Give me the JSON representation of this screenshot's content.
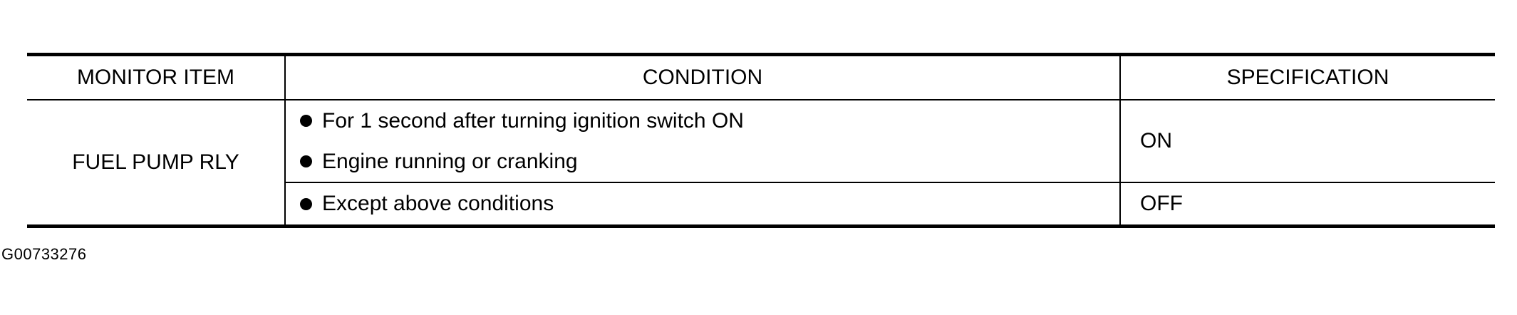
{
  "table": {
    "headers": {
      "monitor_item": "MONITOR ITEM",
      "condition": "CONDITION",
      "specification": "SPECIFICATION"
    },
    "rows": [
      {
        "monitor_item": "FUEL PUMP RLY",
        "groups": [
          {
            "conditions": [
              "For 1 second after turning ignition switch ON",
              "Engine running or cranking"
            ],
            "specification": "ON"
          },
          {
            "conditions": [
              "Except above conditions"
            ],
            "specification": "OFF"
          }
        ]
      }
    ]
  },
  "figure_id": "G00733276"
}
